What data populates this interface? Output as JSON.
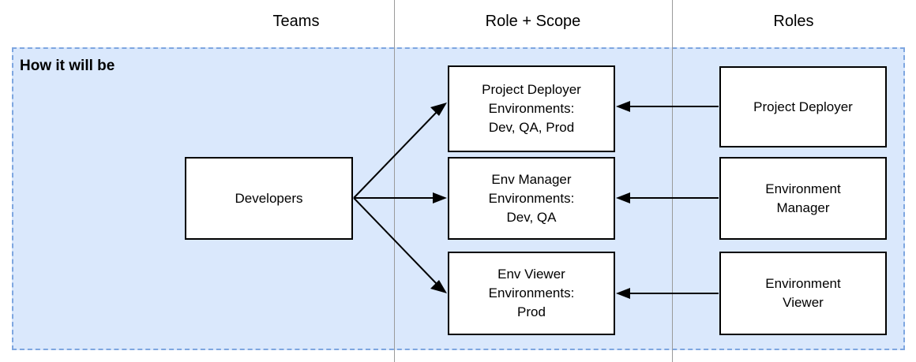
{
  "diagram": {
    "type": "swimlane-flow",
    "group": {
      "title": "How it will be",
      "fill_color": "#dae8fc",
      "border_color": "#7ea6e0",
      "border_style": "dashed"
    },
    "columns": [
      {
        "label": "Teams"
      },
      {
        "label": "Role + Scope"
      },
      {
        "label": "Roles"
      }
    ],
    "nodes": {
      "developers": {
        "label": "Developers"
      },
      "scope_project_deployer": {
        "label": "Project Deployer\nEnvironments:\nDev, QA, Prod"
      },
      "scope_env_manager": {
        "label": "Env Manager\nEnvironments:\nDev, QA"
      },
      "scope_env_viewer": {
        "label": "Env Viewer\nEnvironments:\nProd"
      },
      "role_project_deployer": {
        "label": "Project Deployer"
      },
      "role_environment_manager": {
        "label": "Environment\nManager"
      },
      "role_environment_viewer": {
        "label": "Environment\nViewer"
      }
    },
    "edges": [
      {
        "from": "developers",
        "to": "scope_project_deployer",
        "direction": "right"
      },
      {
        "from": "developers",
        "to": "scope_env_manager",
        "direction": "right"
      },
      {
        "from": "developers",
        "to": "scope_env_viewer",
        "direction": "right"
      },
      {
        "from": "role_project_deployer",
        "to": "scope_project_deployer",
        "direction": "left"
      },
      {
        "from": "role_environment_manager",
        "to": "scope_env_manager",
        "direction": "left"
      },
      {
        "from": "role_environment_viewer",
        "to": "scope_env_viewer",
        "direction": "left"
      }
    ]
  }
}
